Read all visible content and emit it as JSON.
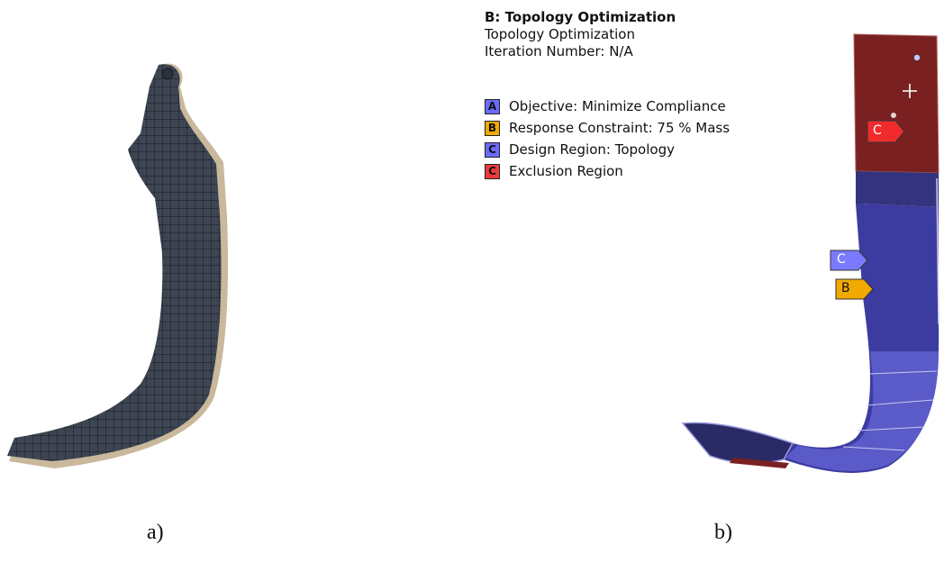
{
  "info": {
    "title": "B: Topology Optimization",
    "subtitle": "Topology Optimization",
    "iteration": "Iteration Number: N/A"
  },
  "legend": [
    {
      "key": "A",
      "label": "Objective: Minimize Compliance",
      "color": "#6b6bff"
    },
    {
      "key": "B",
      "label": "Response Constraint: 75 % Mass",
      "color": "#f2a900"
    },
    {
      "key": "C",
      "label": "Design Region: Topology",
      "color": "#6b6bff"
    },
    {
      "key": "C",
      "label": "Exclusion Region",
      "color": "#ef3b3b"
    }
  ],
  "markers": {
    "top_c": "C",
    "mid_c": "C",
    "mid_b": "B"
  },
  "captions": {
    "left": "a)",
    "right": "b)"
  },
  "colors": {
    "mesh_fill": "#3c4450",
    "mesh_lines": "#1c2028",
    "exclusion": "#7a2323",
    "design": "#3a3a9c",
    "design_light": "#6a6ad0"
  }
}
